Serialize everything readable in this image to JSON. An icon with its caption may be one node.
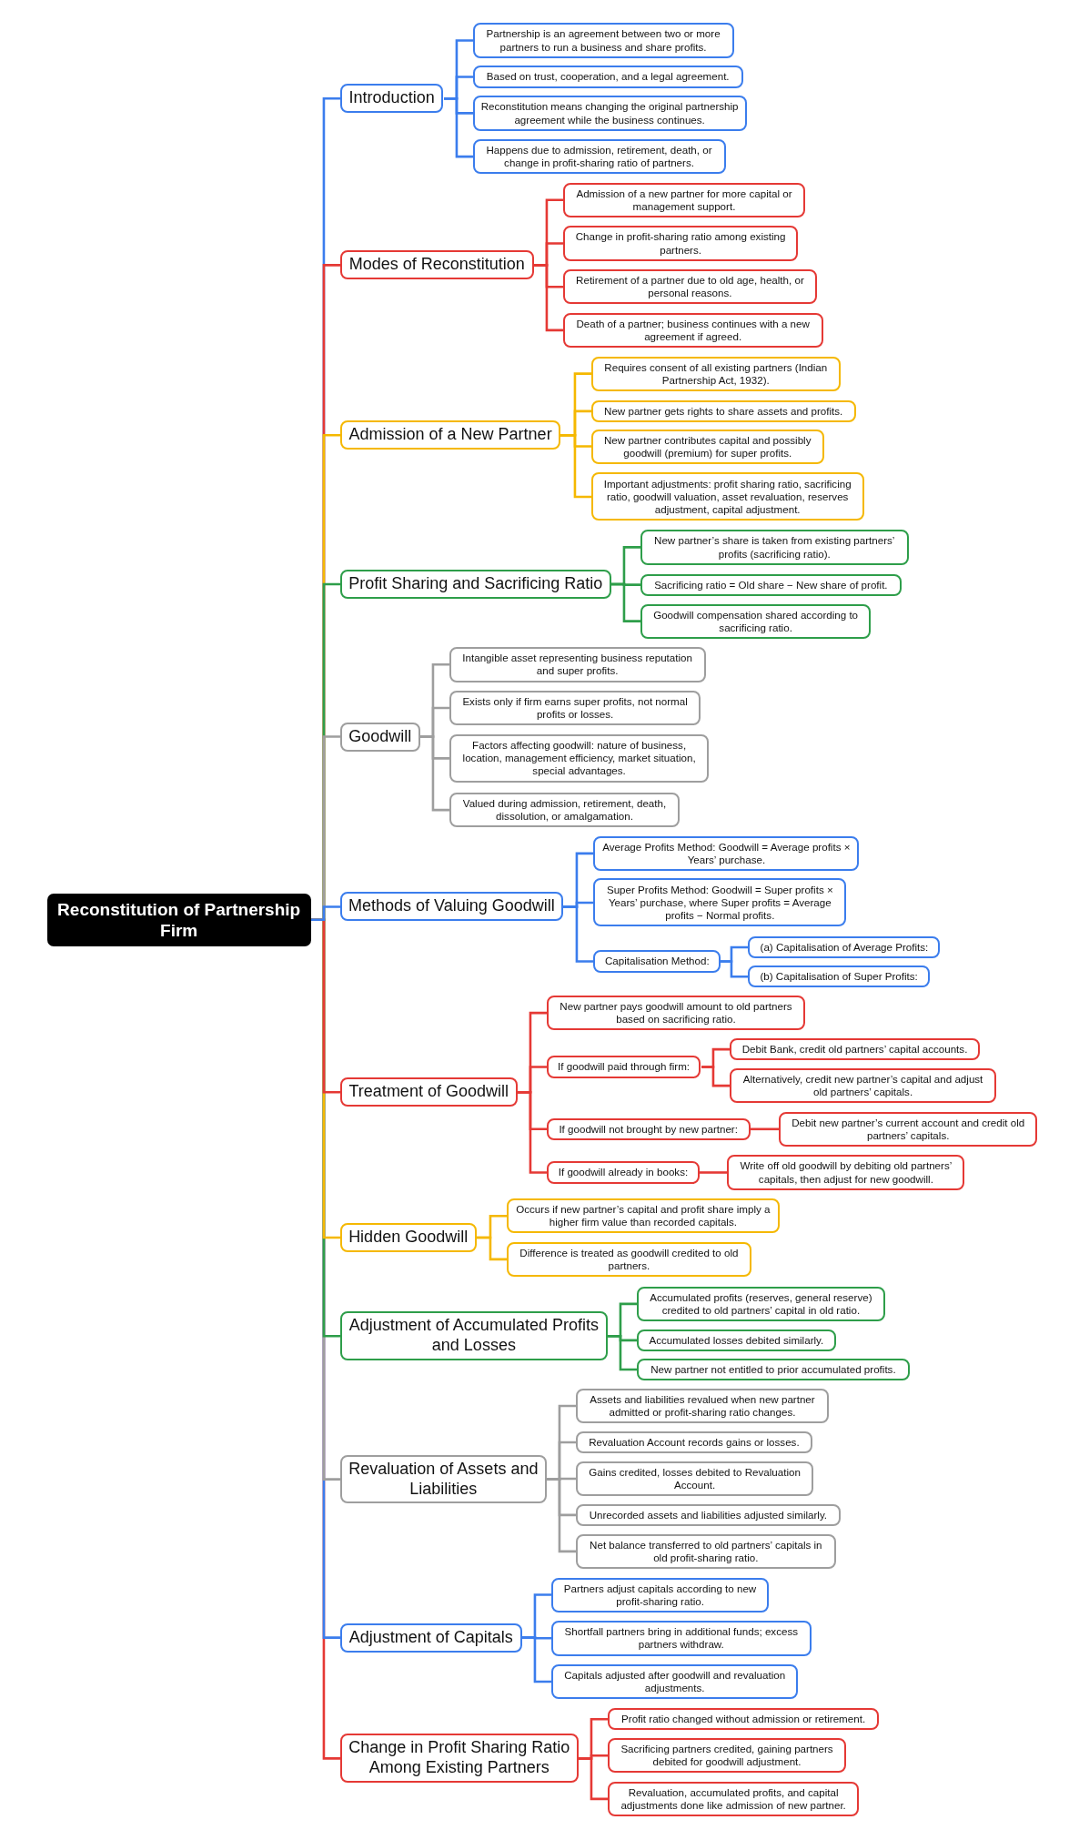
{
  "diagram": {
    "nodes": [
      {
        "text": [
          "Reconstitution of Partnership Firm"
        ]
      },
      {
        "text": [
          "Introduction"
        ]
      },
      {
        "text": [
          "Partnership is an agreement between two or more partners to run a business and share profits."
        ]
      },
      {
        "text": [
          "Based on trust, cooperation, and a legal agreement."
        ]
      },
      {
        "text": [
          "Reconstitution means changing the original partnership agreement while the business continues."
        ]
      },
      {
        "text": [
          "Happens due to admission, retirement, death, or change in profit-sharing ratio of partners."
        ]
      },
      {
        "text": [
          "Modes of Reconstitution"
        ]
      },
      {
        "text": [
          "Admission of a new partner for more capital or management support."
        ]
      },
      {
        "text": [
          "Change in profit-sharing ratio among existing partners."
        ]
      },
      {
        "text": [
          "Retirement of a partner due to old age, health, or personal reasons."
        ]
      },
      {
        "text": [
          "Death of a partner; business continues with a new agreement if agreed."
        ]
      },
      {
        "text": [
          "Admission of a New Partner"
        ]
      },
      {
        "text": [
          "Requires consent of all existing partners (Indian Partnership Act, 1932)."
        ]
      },
      {
        "text": [
          "New partner gets rights to share assets and profits."
        ]
      },
      {
        "text": [
          "New partner contributes capital and possibly goodwill (premium) for super profits."
        ]
      },
      {
        "text": [
          "Important adjustments: profit sharing ratio, sacrificing ratio, goodwill valuation, asset revaluation, reserves adjustment, capital adjustment."
        ]
      },
      {
        "text": [
          "Profit Sharing and Sacrificing Ratio"
        ]
      },
      {
        "text": [
          "New partner’s share is taken from existing partners’ profits (sacrificing ratio)."
        ]
      },
      {
        "text": [
          "Sacrificing ratio = Old share − New share of profit."
        ]
      },
      {
        "text": [
          "Goodwill compensation shared according to sacrificing ratio."
        ]
      },
      {
        "text": [
          "Goodwill"
        ]
      },
      {
        "text": [
          "Intangible asset representing business reputation and super profits."
        ]
      },
      {
        "text": [
          "Exists only if firm earns super profits, not normal profits or losses."
        ]
      },
      {
        "text": [
          "Factors affecting goodwill: nature of business, location, management efficiency, market situation, special advantages."
        ]
      },
      {
        "text": [
          "Valued during admission, retirement, death, dissolution, or amalgamation."
        ]
      },
      {
        "text": [
          "Methods of Valuing Goodwill"
        ]
      },
      {
        "text": [
          "Average Profits Method: Goodwill = Average profits × Years’ purchase."
        ]
      },
      {
        "text": [
          "Super Profits Method: Goodwill = Super profits × Years’ purchase, where Super profits = Average profits − Normal profits."
        ]
      },
      {
        "text": [
          "Capitalisation Method:"
        ]
      },
      {
        "text": [
          "(a) Capitalisation of Average Profits:"
        ]
      },
      {
        "text": [
          "(b) Capitalisation of Super Profits:"
        ]
      },
      {
        "text": [
          "Treatment of Goodwill"
        ]
      },
      {
        "text": [
          "New partner pays goodwill amount to old partners based on sacrificing ratio."
        ]
      },
      {
        "text": [
          "If goodwill paid through firm:"
        ]
      },
      {
        "text": [
          "Debit Bank, credit old partners’ capital accounts."
        ]
      },
      {
        "text": [
          "Alternatively, credit new partner’s capital and adjust old partners’ capitals."
        ]
      },
      {
        "text": [
          "If goodwill not brought by new partner:"
        ]
      },
      {
        "text": [
          "Debit new partner’s current account and credit old partners’ capitals."
        ]
      },
      {
        "text": [
          "If goodwill already in books:"
        ]
      },
      {
        "text": [
          "Write off old goodwill by debiting old partners’ capitals, then adjust for new goodwill."
        ]
      },
      {
        "text": [
          "Hidden Goodwill"
        ]
      },
      {
        "text": [
          "Occurs if new partner’s capital and profit share imply a higher firm value than recorded capitals."
        ]
      },
      {
        "text": [
          "Difference is treated as goodwill credited to old partners."
        ]
      },
      {
        "text": [
          "Adjustment of Accumulated Profits and Losses"
        ]
      },
      {
        "text": [
          "Accumulated profits (reserves, general reserve) credited to old partners’ capital in old ratio."
        ]
      },
      {
        "text": [
          "Accumulated losses debited similarly."
        ]
      },
      {
        "text": [
          "New partner not entitled to prior accumulated profits."
        ]
      },
      {
        "text": [
          "Revaluation of Assets and Liabilities"
        ]
      },
      {
        "text": [
          "Assets and liabilities revalued when new partner admitted or profit-sharing ratio changes."
        ]
      },
      {
        "text": [
          "Revaluation Account records gains or losses."
        ]
      },
      {
        "text": [
          "Gains credited, losses debited to Revaluation Account."
        ]
      },
      {
        "text": [
          "Unrecorded assets and liabilities adjusted similarly."
        ]
      },
      {
        "text": [
          "Net balance transferred to old partners’ capitals in old profit-sharing ratio."
        ]
      },
      {
        "text": [
          "Adjustment of Capitals"
        ]
      },
      {
        "text": [
          "Partners adjust capitals according to new profit-sharing ratio."
        ]
      },
      {
        "text": [
          "Shortfall partners bring in additional funds; excess partners withdraw."
        ]
      },
      {
        "text": [
          "Capitals adjusted after goodwill and revaluation adjustments."
        ]
      },
      {
        "text": [
          "Change in Profit Sharing Ratio Among Existing Partners"
        ]
      },
      {
        "text": [
          "Profit ratio changed without admission or retirement."
        ]
      },
      {
        "text": [
          "Sacrificing partners credited, gaining partners debited for goodwill adjustment."
        ]
      },
      {
        "text": [
          "Revaluation, accumulated profits, and capital adjustments done like admission of new partner."
        ]
      }
    ],
    "edges": [
      {
        "from": 0,
        "to": 1,
        "arrow": "none",
        "color": "#3b7ded"
      },
      {
        "from": 1,
        "to": 2,
        "arrow": "none",
        "color": "#3b7ded"
      },
      {
        "from": 1,
        "to": 3,
        "arrow": "none",
        "color": "#3b7ded"
      },
      {
        "from": 1,
        "to": 4,
        "arrow": "none",
        "color": "#3b7ded"
      },
      {
        "from": 1,
        "to": 5,
        "arrow": "none",
        "color": "#3b7ded"
      },
      {
        "from": 0,
        "to": 6,
        "arrow": "none",
        "color": "#e53935"
      },
      {
        "from": 6,
        "to": 7,
        "arrow": "none",
        "color": "#e53935"
      },
      {
        "from": 6,
        "to": 8,
        "arrow": "none",
        "color": "#e53935"
      },
      {
        "from": 6,
        "to": 9,
        "arrow": "none",
        "color": "#e53935"
      },
      {
        "from": 6,
        "to": 10,
        "arrow": "none",
        "color": "#e53935"
      },
      {
        "from": 0,
        "to": 11,
        "arrow": "none",
        "color": "#f5b800"
      },
      {
        "from": 11,
        "to": 12,
        "arrow": "none",
        "color": "#f5b800"
      },
      {
        "from": 11,
        "to": 13,
        "arrow": "none",
        "color": "#f5b800"
      },
      {
        "from": 11,
        "to": 14,
        "arrow": "none",
        "color": "#f5b800"
      },
      {
        "from": 11,
        "to": 15,
        "arrow": "none",
        "color": "#f5b800"
      },
      {
        "from": 0,
        "to": 16,
        "arrow": "none",
        "color": "#2e9e4a"
      },
      {
        "from": 16,
        "to": 17,
        "arrow": "none",
        "color": "#2e9e4a"
      },
      {
        "from": 16,
        "to": 18,
        "arrow": "none",
        "color": "#2e9e4a"
      },
      {
        "from": 16,
        "to": 19,
        "arrow": "none",
        "color": "#2e9e4a"
      },
      {
        "from": 0,
        "to": 20,
        "arrow": "none",
        "color": "#9e9e9e"
      },
      {
        "from": 20,
        "to": 21,
        "arrow": "none",
        "color": "#9e9e9e"
      },
      {
        "from": 20,
        "to": 22,
        "arrow": "none",
        "color": "#9e9e9e"
      },
      {
        "from": 20,
        "to": 23,
        "arrow": "none",
        "color": "#9e9e9e"
      },
      {
        "from": 20,
        "to": 24,
        "arrow": "none",
        "color": "#9e9e9e"
      },
      {
        "from": 0,
        "to": 25,
        "arrow": "none",
        "color": "#3b7ded"
      },
      {
        "from": 25,
        "to": 26,
        "arrow": "none",
        "color": "#3b7ded"
      },
      {
        "from": 25,
        "to": 27,
        "arrow": "none",
        "color": "#3b7ded"
      },
      {
        "from": 25,
        "to": 28,
        "arrow": "none",
        "color": "#3b7ded"
      },
      {
        "from": 28,
        "to": 29,
        "arrow": "none",
        "color": "#3b7ded"
      },
      {
        "from": 28,
        "to": 30,
        "arrow": "none",
        "color": "#3b7ded"
      },
      {
        "from": 0,
        "to": 31,
        "arrow": "none",
        "color": "#e53935"
      },
      {
        "from": 31,
        "to": 32,
        "arrow": "none",
        "color": "#e53935"
      },
      {
        "from": 31,
        "to": 33,
        "arrow": "none",
        "color": "#e53935"
      },
      {
        "from": 33,
        "to": 34,
        "arrow": "none",
        "color": "#e53935"
      },
      {
        "from": 33,
        "to": 35,
        "arrow": "none",
        "color": "#e53935"
      },
      {
        "from": 31,
        "to": 36,
        "arrow": "none",
        "color": "#e53935"
      },
      {
        "from": 36,
        "to": 37,
        "arrow": "none",
        "color": "#e53935"
      },
      {
        "from": 31,
        "to": 38,
        "arrow": "none",
        "color": "#e53935"
      },
      {
        "from": 38,
        "to": 39,
        "arrow": "none",
        "color": "#e53935"
      },
      {
        "from": 0,
        "to": 40,
        "arrow": "none",
        "color": "#f5b800"
      },
      {
        "from": 40,
        "to": 41,
        "arrow": "none",
        "color": "#f5b800"
      },
      {
        "from": 40,
        "to": 42,
        "arrow": "none",
        "color": "#f5b800"
      },
      {
        "from": 0,
        "to": 43,
        "arrow": "none",
        "color": "#2e9e4a"
      },
      {
        "from": 43,
        "to": 44,
        "arrow": "none",
        "color": "#2e9e4a"
      },
      {
        "from": 43,
        "to": 45,
        "arrow": "none",
        "color": "#2e9e4a"
      },
      {
        "from": 43,
        "to": 46,
        "arrow": "none",
        "color": "#2e9e4a"
      },
      {
        "from": 0,
        "to": 47,
        "arrow": "none",
        "color": "#9e9e9e"
      },
      {
        "from": 47,
        "to": 48,
        "arrow": "none",
        "color": "#9e9e9e"
      },
      {
        "from": 47,
        "to": 49,
        "arrow": "none",
        "color": "#9e9e9e"
      },
      {
        "from": 47,
        "to": 50,
        "arrow": "none",
        "color": "#9e9e9e"
      },
      {
        "from": 47,
        "to": 51,
        "arrow": "none",
        "color": "#9e9e9e"
      },
      {
        "from": 47,
        "to": 52,
        "arrow": "none",
        "color": "#9e9e9e"
      },
      {
        "from": 0,
        "to": 53,
        "arrow": "none",
        "color": "#3b7ded"
      },
      {
        "from": 53,
        "to": 54,
        "arrow": "none",
        "color": "#3b7ded"
      },
      {
        "from": 53,
        "to": 55,
        "arrow": "none",
        "color": "#3b7ded"
      },
      {
        "from": 53,
        "to": 56,
        "arrow": "none",
        "color": "#3b7ded"
      },
      {
        "from": 0,
        "to": 57,
        "arrow": "none",
        "color": "#e53935"
      },
      {
        "from": 57,
        "to": 58,
        "arrow": "none",
        "color": "#e53935"
      },
      {
        "from": 57,
        "to": 59,
        "arrow": "none",
        "color": "#e53935"
      },
      {
        "from": 57,
        "to": 60,
        "arrow": "none",
        "color": "#e53935"
      }
    ]
  }
}
